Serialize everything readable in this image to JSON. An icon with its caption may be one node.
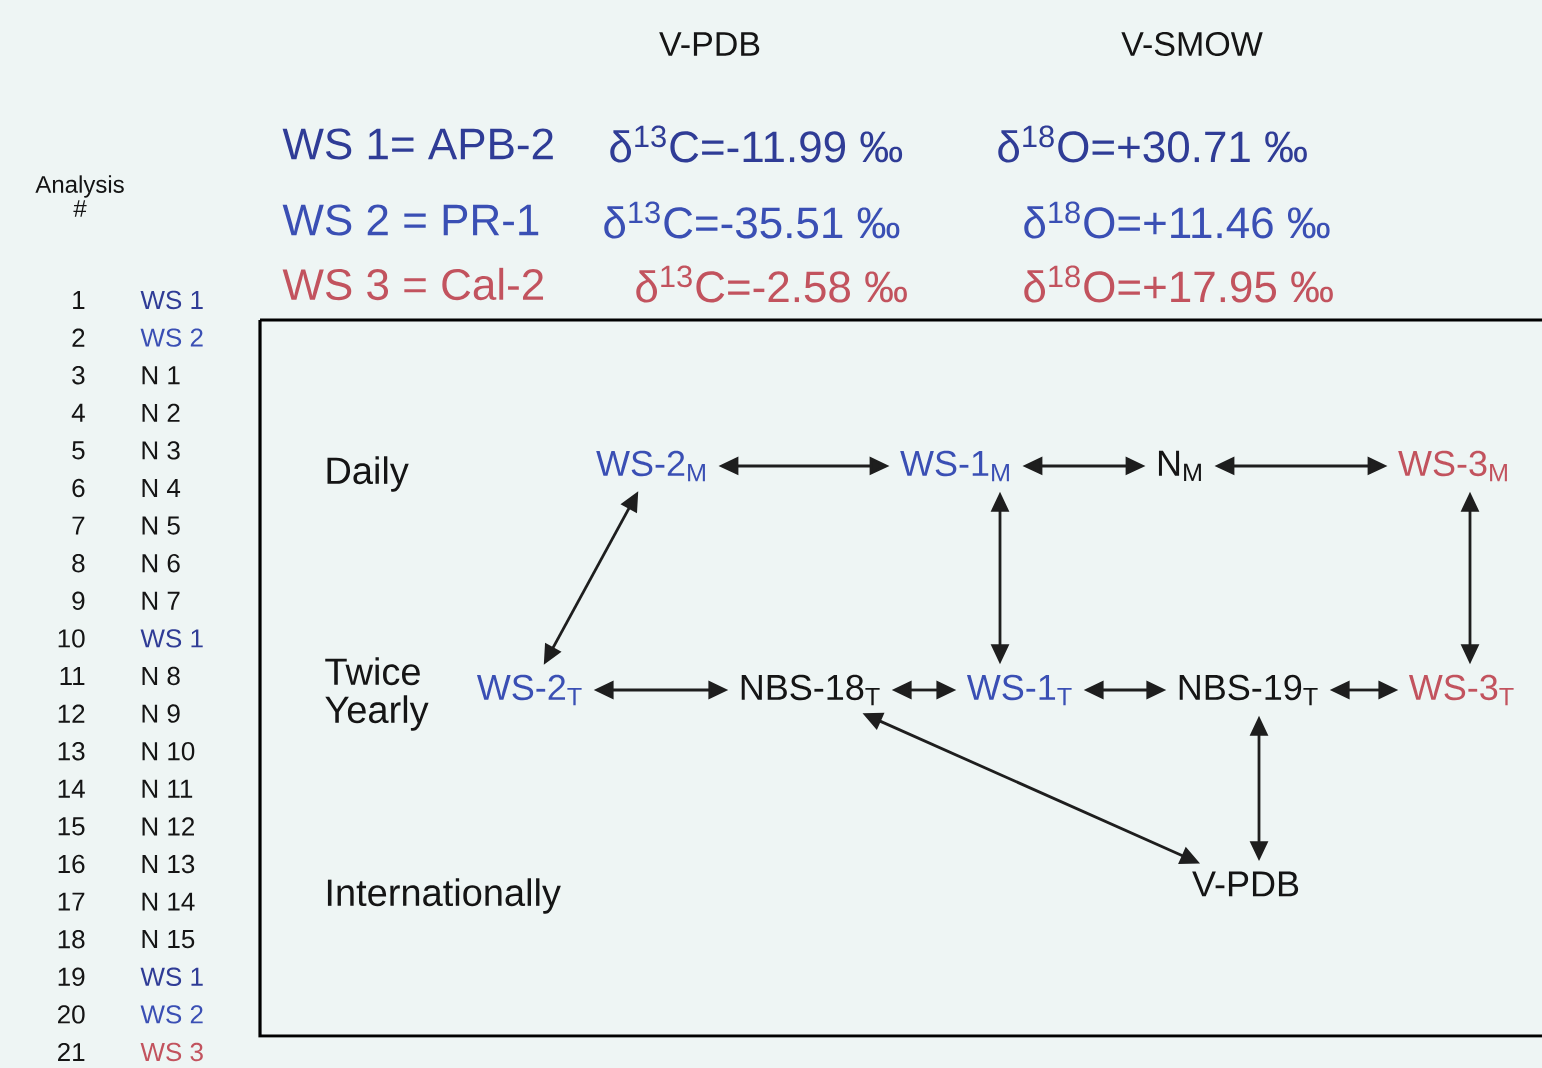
{
  "diagram": {
    "nodes": [
      {
        "text": [
          "WS-2$_{M}$"
        ]
      },
      {
        "text": [
          "WS-1$_{M}$"
        ]
      },
      {
        "text": [
          "N$_{M}$"
        ]
      },
      {
        "text": [
          "WS-3$_{M}$"
        ]
      },
      {
        "text": [
          "WS-2$_{T}$"
        ]
      },
      {
        "text": [
          "NBS-18$_{T}$"
        ]
      },
      {
        "text": [
          "WS-1$_{T}$"
        ]
      },
      {
        "text": [
          "NBS-19$_{T}$"
        ]
      },
      {
        "text": [
          "WS-3$_{T}$"
        ]
      },
      {
        "text": [
          "V-PDB"
        ]
      }
    ],
    "edges": [
      {
        "from": 0,
        "to": 1,
        "arrow": "both"
      },
      {
        "from": 1,
        "to": 2,
        "arrow": "both"
      },
      {
        "from": 2,
        "to": 3,
        "arrow": "both"
      },
      {
        "from": 0,
        "to": 4,
        "arrow": "both"
      },
      {
        "from": 1,
        "to": 6,
        "arrow": "both"
      },
      {
        "from": 3,
        "to": 8,
        "arrow": "both"
      },
      {
        "from": 4,
        "to": 5,
        "arrow": "both"
      },
      {
        "from": 5,
        "to": 6,
        "arrow": "both"
      },
      {
        "from": 6,
        "to": 7,
        "arrow": "both"
      },
      {
        "from": 7,
        "to": 8,
        "arrow": "both"
      },
      {
        "from": 5,
        "to": 9,
        "arrow": "both"
      },
      {
        "from": 7,
        "to": 9,
        "arrow": "both"
      }
    ],
    "labels": [
      "V-PDB",
      "V-SMOW",
      "WS 1= APB-2",
      "δ$^{13}$C=-11.99 ‰",
      "δ$^{18}$O=+30.71 ‰",
      "Analysis #",
      "WS 2 = PR-1",
      "δ$^{13}$C=-35.51 ‰",
      "δ$^{18}$O=+11.46 ‰",
      "WS 3 = Cal-2",
      "δ$^{13}$C=-2.58 ‰",
      "δ$^{18}$O=+17.95 ‰",
      "1",
      "WS 1",
      "2",
      "WS 2",
      "3",
      "N 1",
      "4",
      "N 2",
      "5",
      "N 3",
      "6",
      "N 4",
      "7",
      "N 5",
      "8",
      "N 6",
      "9",
      "N 7",
      "10",
      "WS 1",
      "11",
      "N 8",
      "12",
      "N 9",
      "13",
      "N 10",
      "14",
      "N 11",
      "15",
      "N 12",
      "16",
      "N 13",
      "17",
      "N 14",
      "18",
      "N 15",
      "19",
      "WS 1",
      "20",
      "WS 2",
      "21",
      "WS 3",
      "Daily",
      "Twice Yearly",
      "Internationally"
    ]
  }
}
